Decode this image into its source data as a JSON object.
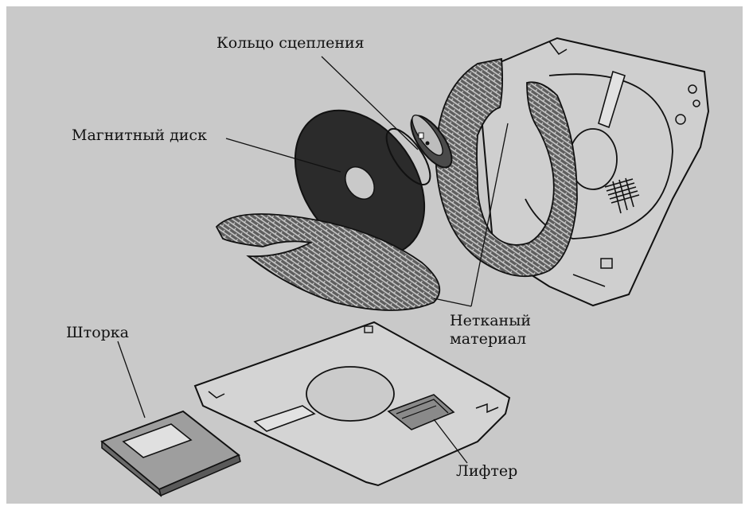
{
  "labels": {
    "clutch_ring": "Кольцо сцепления",
    "magnetic_disk": "Магнитный диск",
    "nonwoven_line1": "Нетканый",
    "nonwoven_line2": "материал",
    "shutter": "Шторка",
    "lifter": "Лифтер"
  },
  "colors": {
    "background": "#c9c9c9",
    "ink": "#111111",
    "disk": "#2b2b2b",
    "plastic": "#d4d4d4"
  }
}
